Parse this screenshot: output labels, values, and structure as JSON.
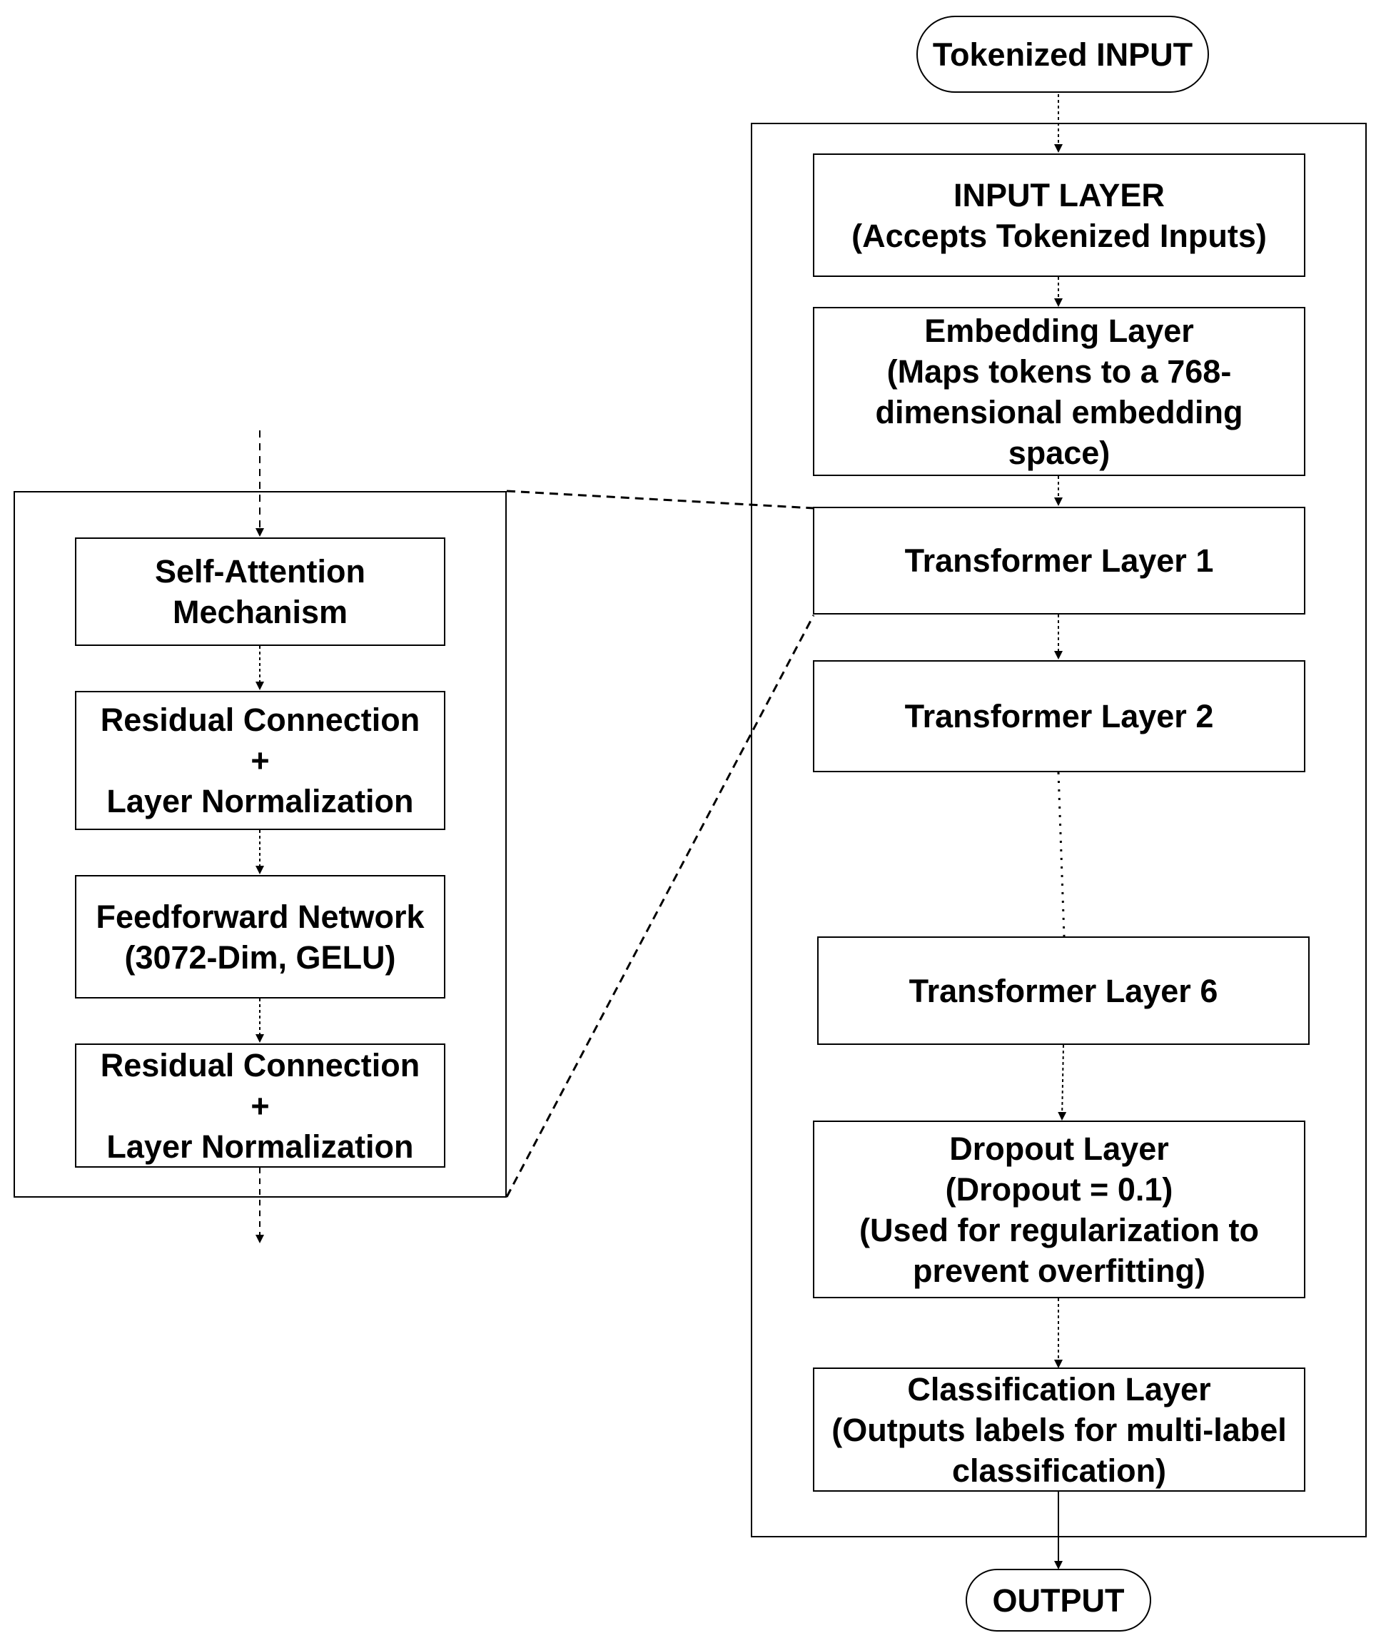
{
  "main_stack": {
    "start": "Tokenized INPUT",
    "input_layer": "INPUT LAYER\n(Accepts Tokenized Inputs)",
    "embedding_layer": "Embedding Layer\n(Maps tokens to a 768-\ndimensional embedding\nspace)",
    "transformer_1": "Transformer Layer 1",
    "transformer_2": "Transformer Layer 2",
    "transformer_6": "Transformer Layer 6",
    "dropout_layer": "Dropout Layer\n(Dropout = 0.1)\n(Used for regularization to\nprevent overfitting)",
    "classification_layer": "Classification Layer\n(Outputs labels for multi-label\nclassification)",
    "end": "OUTPUT"
  },
  "transformer_detail": {
    "self_attention": "Self-Attention\nMechanism",
    "residual_norm_1": "Residual Connection\n+\nLayer Normalization",
    "feedforward": "Feedforward Network\n(3072-Dim, GELU)",
    "residual_norm_2": "Residual Connection\n+\nLayer Normalization"
  }
}
